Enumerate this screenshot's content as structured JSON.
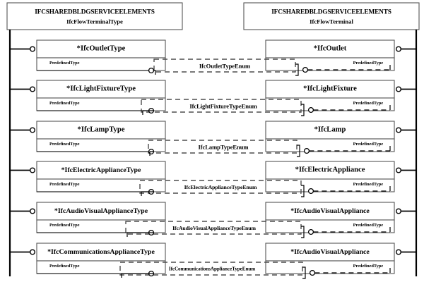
{
  "diagram": {
    "title": "IFC EXPRESS-G Flow Terminal Diagram",
    "type": "express-g",
    "background": "#ffffff",
    "line_color": "#000000",
    "box_border": "#555555",
    "dashed_color": "#4d4d4d"
  },
  "headers": [
    {
      "schema": "IFCSHAREDBLDGSERVICEELEMENTS",
      "entity": "IfcFlowTerminalType"
    },
    {
      "schema": "IFCSHAREDBLDGSERVICEELEMENTS",
      "entity": "IfcFlowTerminal"
    }
  ],
  "attribute_label": "PredefinedType",
  "rows": [
    {
      "left_entity": "*IfcOutletType",
      "left_attr": "PredefinedType",
      "enum": "IfcOutletTypeEnum",
      "right_entity": "*IfcOutlet",
      "right_attr": "PredefinedType"
    },
    {
      "left_entity": "*IfcLightFixtureType",
      "left_attr": "PredefinedType",
      "enum": "IfcLightFixtureTypeEnum",
      "right_entity": "*IfcLightFixture",
      "right_attr": "PredefinedType"
    },
    {
      "left_entity": "*IfcLampType",
      "left_attr": "PredefinedType",
      "enum": "IfcLampTypeEnum",
      "right_entity": "*IfcLamp",
      "right_attr": "PredefinedType"
    },
    {
      "left_entity": "*IfcElectricApplianceType",
      "left_attr": "PredefinedType",
      "enum": "IfcElectricApplianceTypeEnum",
      "right_entity": "*IfcElectricAppliance",
      "right_attr": "PredefinedType"
    },
    {
      "left_entity": "*IfcAudioVisualApplianceType",
      "left_attr": "PredefinedType",
      "enum": "IfcAudioVisualApplianceTypeEnum",
      "right_entity": "*IfcAudioVisualAppliance",
      "right_attr": "PredefinedType"
    },
    {
      "left_entity": "*IfcCommunicationsApplianceType",
      "left_attr": "PredefinedType",
      "enum": "IfcCommunicationsApplianceTypeEnum",
      "right_entity": "*IfcAudioVisualAppliance",
      "right_attr": "PredefinedType"
    }
  ]
}
